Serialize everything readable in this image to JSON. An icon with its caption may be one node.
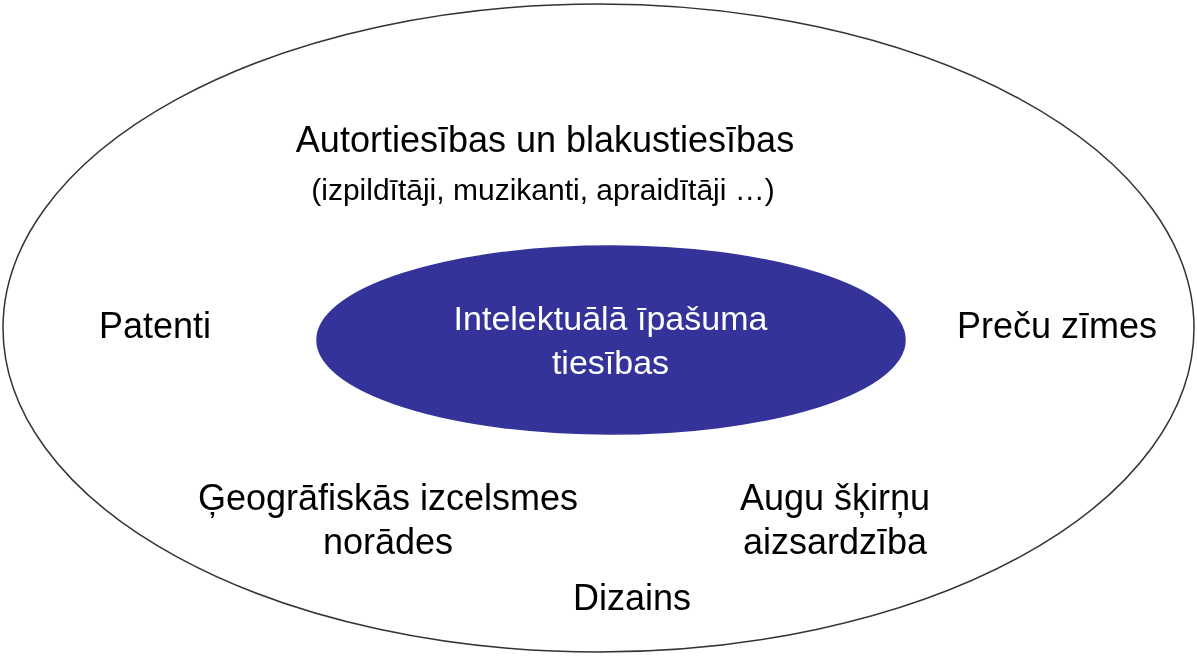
{
  "diagram": {
    "nodes": [
      {
        "text": [],
        "shape": "ellipse"
      },
      {
        "text": [
          "Intelektuālā īpašuma tiesības"
        ],
        "in": 0
      }
    ],
    "labels": [
      "Autortiesības un blakustiesības",
      "(izpildītāji, muzikanti, apraidītāji …)",
      "Patenti",
      "Preču zīmes",
      "Ģeogrāfiskās izcelsmes norādes",
      "Augu šķirņu aizsardzība",
      "Dizains"
    ]
  }
}
